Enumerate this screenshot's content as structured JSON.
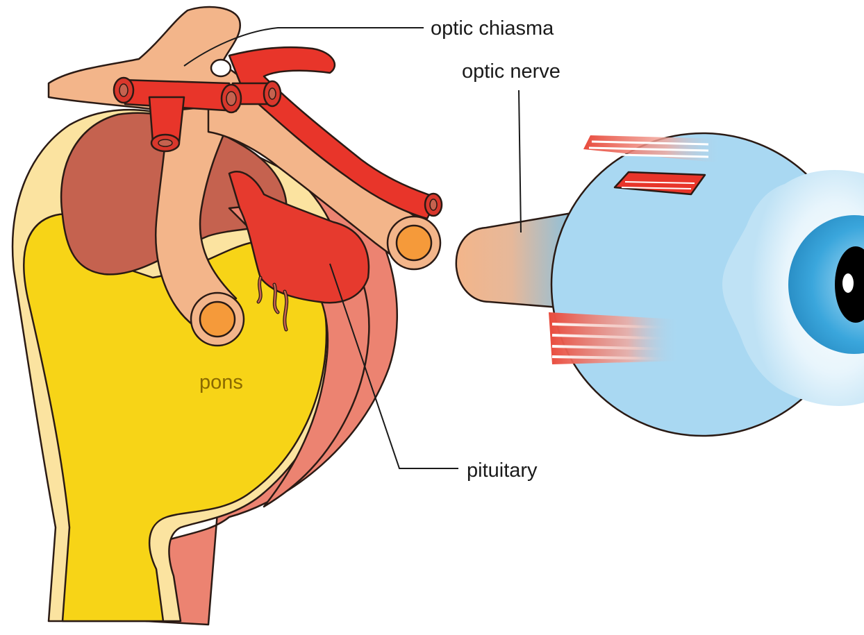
{
  "labels": {
    "optic_chiasma": "optic chiasma",
    "optic_nerve": "optic nerve",
    "pons": "pons",
    "pituitary": "pituitary"
  },
  "colors": {
    "pons": "#f7d417",
    "nerve": "#f3b58a",
    "vessel": "#e8352a",
    "pituitary": "#e63a2e",
    "dark_red": "#c5624f",
    "salmon": "#ec8371",
    "eye": "#a9d8f2",
    "iris": "#3aa6dc",
    "pupil": "#000000"
  },
  "icons": {
    "eye": "eyeball-icon"
  }
}
